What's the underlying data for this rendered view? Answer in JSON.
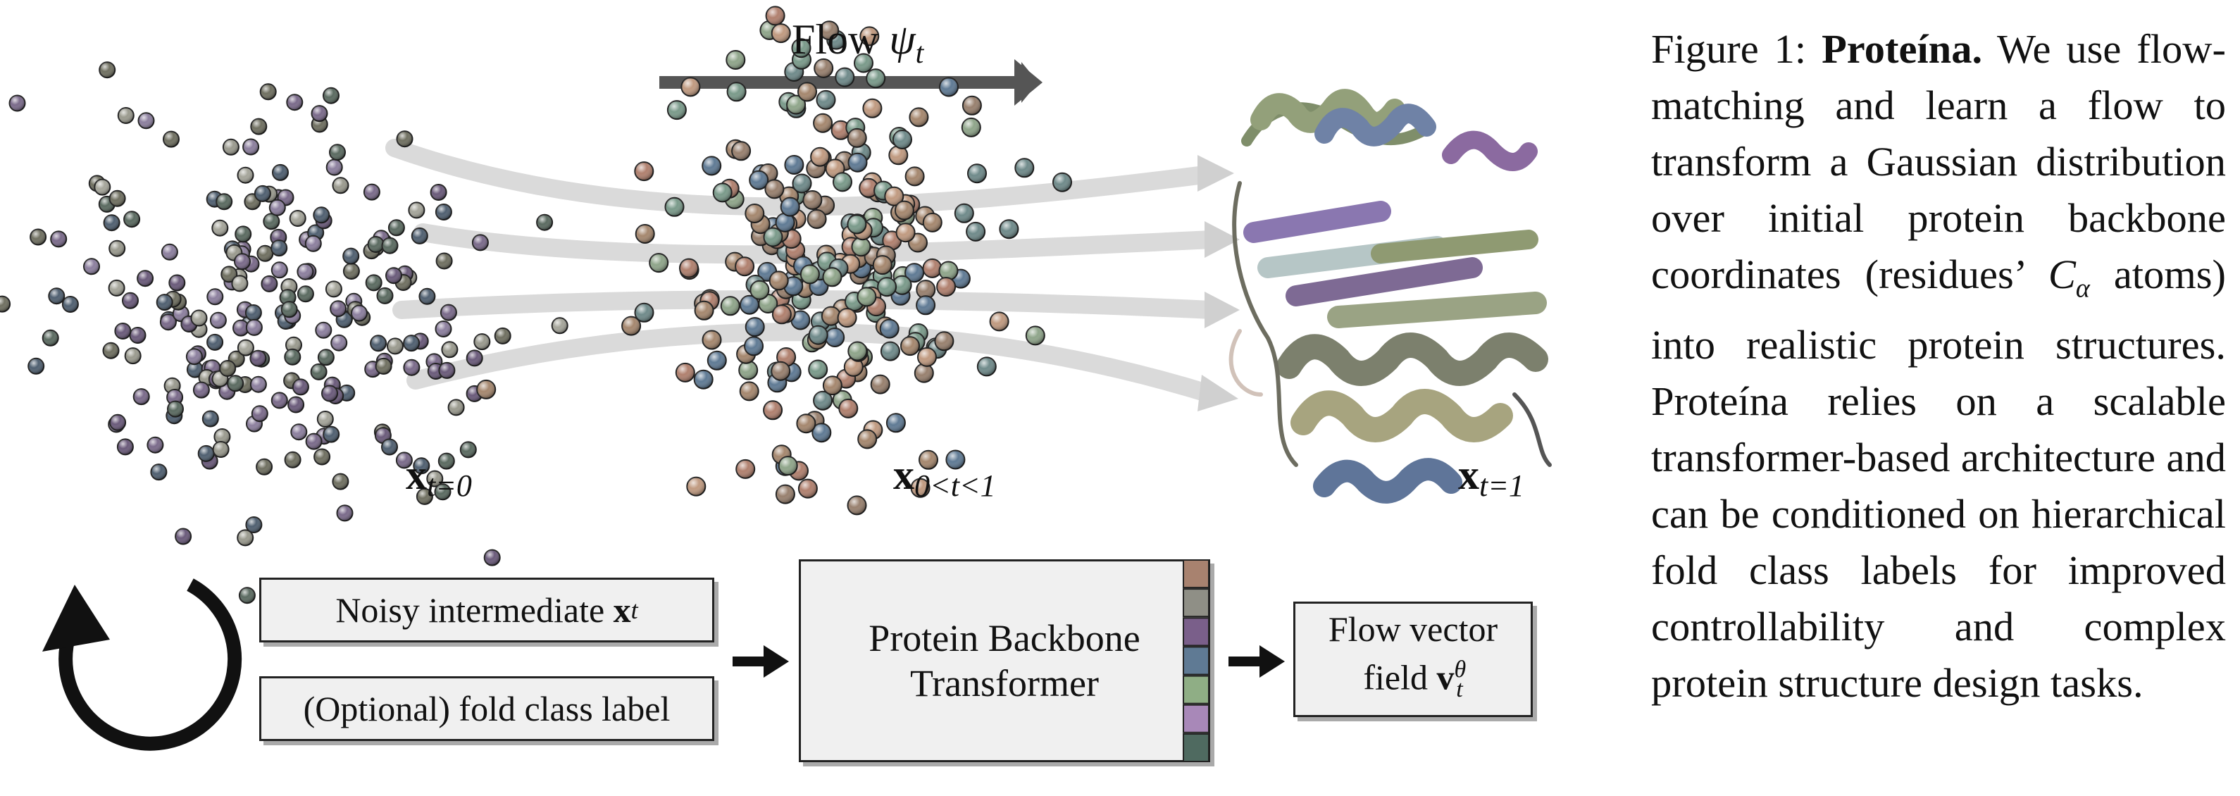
{
  "figure": {
    "flow_label": "Flow",
    "flow_symbol": "ψ",
    "flow_sub": "t",
    "state_labels": [
      {
        "var": "x",
        "sub": "t=0"
      },
      {
        "var": "x",
        "sub": "0<t<1"
      },
      {
        "var": "x",
        "sub": "t=1"
      }
    ],
    "inputs": {
      "noisy_text": "Noisy intermediate",
      "noisy_var": "x",
      "noisy_sub": "t",
      "fold_label": "(Optional) fold class label"
    },
    "transformer": {
      "line1": "Protein Backbone",
      "line2": "Transformer"
    },
    "output": {
      "line1": "Flow vector",
      "line2": "field",
      "var": "v",
      "sub": "t",
      "sup": "θ"
    },
    "token_colors_left": [
      "#b0867a",
      "#5f7a94",
      "#8fae85",
      "#7a5f8a",
      "#8a8a80",
      "#4f6a60",
      "#a888b8"
    ],
    "token_colors_right": [
      "#a8826f",
      "#8f8f86",
      "#7a5f8a",
      "#5f7a94",
      "#8fae85",
      "#a888b8",
      "#4f6a60"
    ]
  },
  "caption": {
    "label": "Figure 1:",
    "name": "Proteína.",
    "text_before_math": "We use flow-matching and learn a flow to transform a Gaussian distribution over initial protein backbone coordinates (residues’",
    "math_var": "C",
    "math_sub": "α",
    "text_after_math": "atoms) into realistic protein structures.  Proteína relies on a scalable transformer-based architecture and can be conditioned on hierarchical fold class labels for improved controllability and complex protein structure design tasks."
  }
}
